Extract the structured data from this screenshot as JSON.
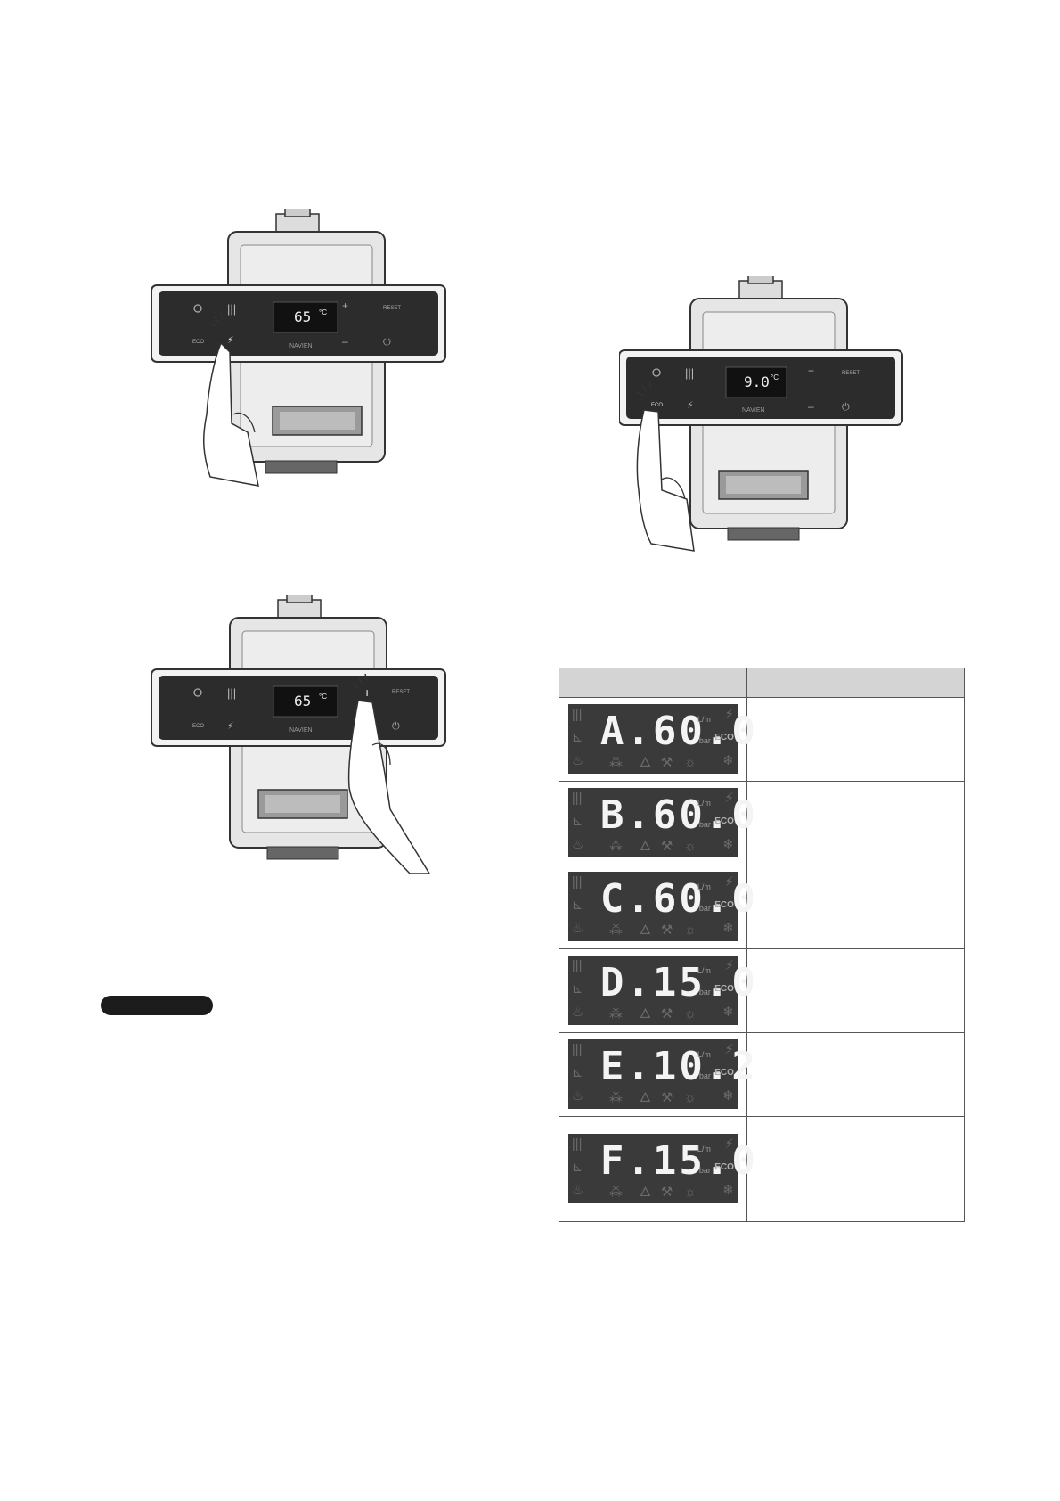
{
  "figure_top_left": {
    "display_reading": "65",
    "display_unit": "°C",
    "brand": "NAVIEN"
  },
  "figure_top_right": {
    "display_reading": "9.0",
    "display_unit": "°C",
    "brand": "NAVIEN"
  },
  "figure_bottom_left": {
    "display_reading": "65",
    "display_unit": "°C",
    "brand": "NAVIEN"
  },
  "table": {
    "rows": [
      {
        "code": "A.60.0"
      },
      {
        "code": "B.60.0"
      },
      {
        "code": "C.60.0"
      },
      {
        "code": "D.15.0"
      },
      {
        "code": "E.10.2"
      },
      {
        "code": "F.15.0"
      }
    ],
    "lcd_units": {
      "flow": "L/m",
      "pressure": "bar",
      "eco": "ECO"
    }
  }
}
